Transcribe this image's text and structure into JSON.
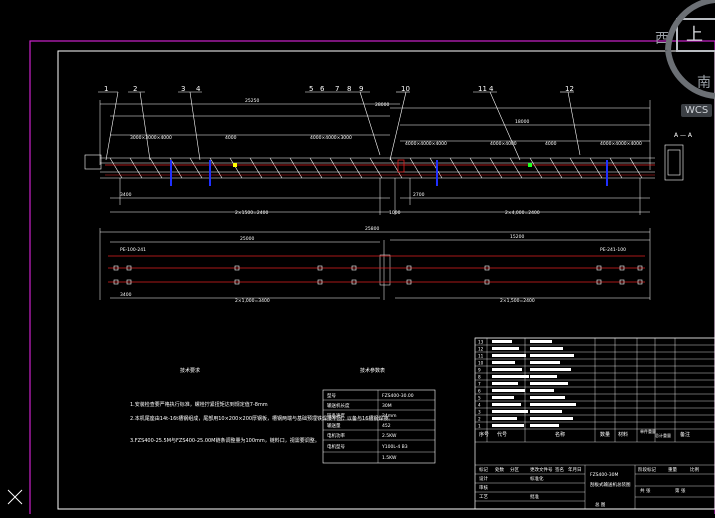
{
  "navcube": {
    "top_face": "上",
    "west": "西",
    "south": "南",
    "wcs_label": "WCS"
  },
  "drawing": {
    "balloons": [
      "1",
      "2",
      "3",
      "4",
      "5",
      "6",
      "7",
      "8",
      "9",
      "10",
      "11",
      "4",
      "12"
    ],
    "section_label": "A — A",
    "dimensions_top": [
      "25250",
      "28000",
      "18000",
      "3000×3000×4000",
      "4000",
      "4000×4000×3000",
      "4000×4000×4000",
      "4000×4000",
      "4000",
      "4000×4000×4000"
    ],
    "dimensions_bottom": [
      "3400",
      "2×1500=2400",
      "1000",
      "2700",
      "2×4,000=2400"
    ],
    "plan_labels": [
      "PE-100-241",
      "PE-241-100",
      "25800",
      "25000",
      "15200"
    ],
    "plan_dims": [
      "3400",
      "2×1,000=3400",
      "2×1,500=2400"
    ],
    "tech_requirements_title": "技术要求",
    "tech_requirements": [
      "1.安装检查要严格执行标准，螺栓拧紧扭矩达到规定值7-8mm",
      "2.本机尾座由14t-16t槽钢组成，尾部用10×200×200厚钢板，槽钢两端与基础预埋铁焊接牢固，以备与16槽钢焊接。",
      "3.FZS400-25.5M与FZS400-25.00M链条调整量为100mm，链料口，视需要调整。"
    ],
    "tech_params_title": "技术参数表",
    "tech_params": [
      [
        "型号",
        "FZS400-30.00"
      ],
      [
        "输送机长度",
        "30M"
      ],
      [
        "链条速度",
        "24mm"
      ],
      [
        "输送量",
        "452"
      ],
      [
        "电机功率",
        "2.5KW"
      ],
      [
        "电机型号",
        "Y100L-4 B3"
      ],
      [
        "",
        "1.5KW"
      ]
    ],
    "title_block": {
      "row_headers": [
        "序号",
        "代号",
        "名称",
        "数量",
        "材料",
        "单件重量",
        "总计重量",
        "备注"
      ],
      "sign_labels": [
        "标记",
        "处数",
        "分区",
        "更改文件号",
        "签名",
        "年月日"
      ],
      "roles": [
        "设计",
        "标准化",
        "审核",
        "工艺",
        "批准"
      ],
      "drawing_number": "FZS400-30M",
      "drawing_name": "刮板式输送机总装图",
      "stage_label": "阶段标记",
      "weight_label": "重量",
      "scale_label": "比例",
      "sheet_total": "共 张",
      "sheet_no": "第 张",
      "general_label": "总 图",
      "parts_rows": [
        "13",
        "12",
        "11",
        "10",
        "9",
        "8",
        "7",
        "6",
        "5",
        "4",
        "3",
        "2",
        "1"
      ]
    }
  },
  "colors": {
    "background": "#000000",
    "border": "#c2c",
    "lines": "#ffffff",
    "red_dim": "#e02020",
    "blue_mark": "#2030ff",
    "yellow": "#ffff00",
    "green": "#22ff22"
  }
}
